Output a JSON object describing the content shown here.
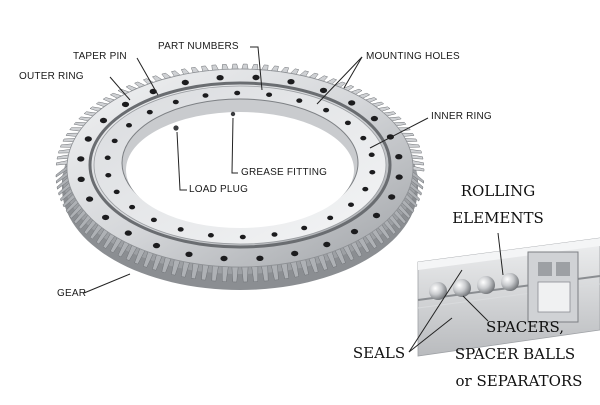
{
  "labels": {
    "part_numbers": "PART NUMBERS",
    "taper_pin": "TAPER PIN",
    "mounting_holes": "MOUNTING HOLES",
    "outer_ring": "OUTER RING",
    "inner_ring": "INNER RING",
    "grease_fitting": "GREASE FITTING",
    "load_plug": "LOAD PLUG",
    "gear": "GEAR"
  },
  "detail_labels": {
    "rolling_elements_line1": "ROLLING",
    "rolling_elements_line2": "ELEMENTS",
    "spacers_line1": "SPACERS,",
    "spacers_line2": "SPACER BALLS",
    "spacers_line3": "or SEPARATORS",
    "seals": "SEALS"
  },
  "colors": {
    "metal_light": "#e6e7e9",
    "metal_mid": "#bfc1c4",
    "metal_dark": "#7d7f83",
    "hole": "#1c1c1e",
    "leader": "#222222"
  }
}
